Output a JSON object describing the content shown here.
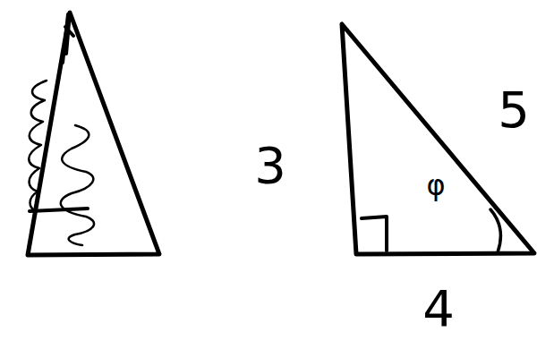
{
  "diagram": {
    "labels": [
      "3",
      "5",
      "φ",
      "4"
    ]
  }
}
